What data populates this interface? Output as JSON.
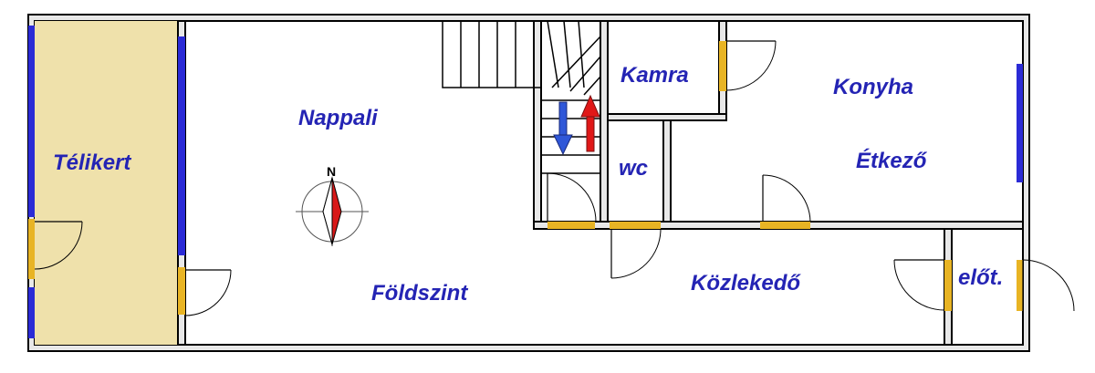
{
  "rooms": {
    "telikert": "Télikert",
    "nappali": "Nappali",
    "kamra": "Kamra",
    "konyha": "Konyha",
    "etkezo": "Étkező",
    "wc": "wc",
    "foldszint": "Földszint",
    "kozlekedo": "Közlekedő",
    "elot": "előt."
  },
  "compass": {
    "north_label": "N"
  },
  "colors": {
    "wall": "#000000",
    "wall_fill": "#e8e8e8",
    "winter_garden": "#efe1ab",
    "window": "#2b2bd6",
    "door": "#e8b424",
    "label": "#2424b4",
    "arrow_down": "#2f57d8",
    "arrow_up": "#e01818",
    "compass_needle": "#d81818"
  }
}
